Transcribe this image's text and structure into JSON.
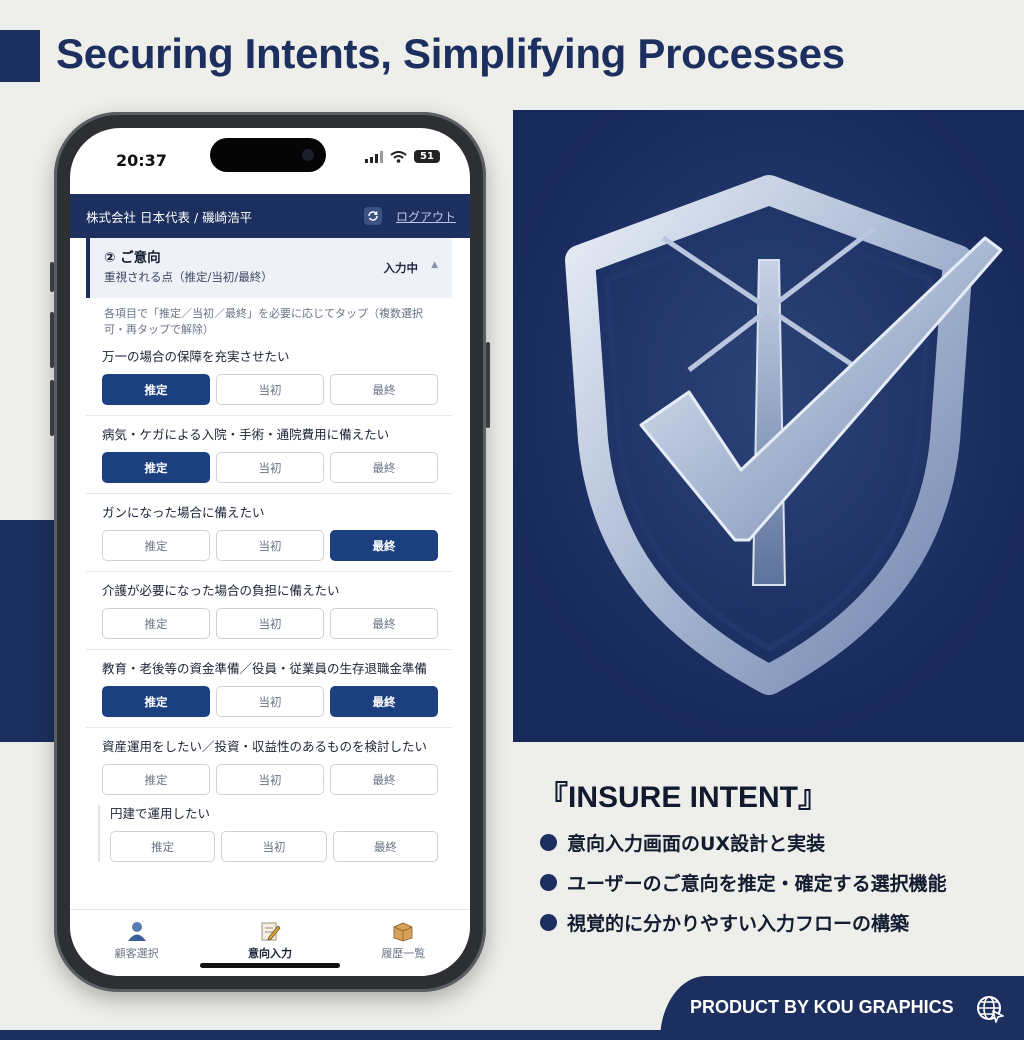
{
  "page": {
    "headline": "Securing Intents, Simplifying Processes",
    "brand_title": "『INSURE INTENT』",
    "features": [
      "意向入力画面のUX設計と実装",
      "ユーザーのご意向を推定・確定する選択機能",
      "視覚的に分かりやすい入力フローの構築"
    ],
    "footer": "PRODUCT BY KOU GRAPHICS",
    "colors": {
      "navy": "#1c2f5e",
      "selected": "#1c3f80",
      "background": "#eeeeea"
    }
  },
  "phone": {
    "status": {
      "time": "20:37",
      "battery": "51"
    },
    "header": {
      "user": "株式会社 日本代表 / 磯崎浩平",
      "logout": "ログアウト"
    },
    "section": {
      "title": "② ご意向",
      "subtitle": "重視される点（推定/当初/最終）",
      "status": "入力中",
      "hint": "各項目で「推定／当初／最終」を必要に応じてタップ（複数選択可・再タップで解除）"
    },
    "options": [
      "推定",
      "当初",
      "最終"
    ],
    "questions": [
      {
        "label": "万一の場合の保障を充実させたい",
        "selected": [
          "推定"
        ]
      },
      {
        "label": "病気・ケガによる入院・手術・通院費用に備えたい",
        "selected": [
          "推定"
        ]
      },
      {
        "label": "ガンになった場合に備えたい",
        "selected": [
          "最終"
        ]
      },
      {
        "label": "介護が必要になった場合の負担に備えたい",
        "selected": []
      },
      {
        "label": "教育・老後等の資金準備／役員・従業員の生存退職金準備",
        "selected": [
          "推定",
          "最終"
        ]
      },
      {
        "label": "資産運用をしたい／投資・収益性のあるものを検討したい",
        "selected": []
      }
    ],
    "subquestion": {
      "label": "円建で運用したい",
      "selected": []
    },
    "tabs": [
      {
        "label": "顧客選択",
        "icon": "person-icon"
      },
      {
        "label": "意向入力",
        "icon": "edit-icon",
        "active": true
      },
      {
        "label": "履歴一覧",
        "icon": "box-icon"
      }
    ]
  }
}
